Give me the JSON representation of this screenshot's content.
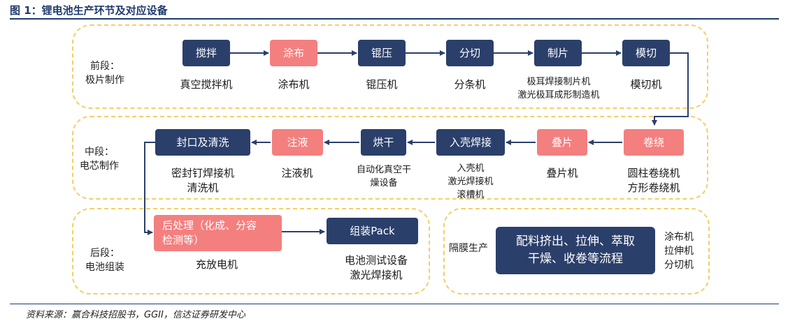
{
  "header": {
    "title": "图 1：锂电池生产环节及对应设备"
  },
  "footer": {
    "source": "资料来源：赢合科技招股书，GGII，信达证券研发中心"
  },
  "front_stage": {
    "label": "前段：\n极片制作",
    "steps": [
      {
        "name": "搅拌",
        "color": "navy",
        "equipment": "真空搅拌机"
      },
      {
        "name": "涂布",
        "color": "coral",
        "equipment": "涂布机"
      },
      {
        "name": "锟压",
        "color": "navy",
        "equipment": "锟压机"
      },
      {
        "name": "分切",
        "color": "navy",
        "equipment": "分条机"
      },
      {
        "name": "制片",
        "color": "navy",
        "equipment": "极耳焊接制片机\n激光极耳成形制造机"
      },
      {
        "name": "模切",
        "color": "navy",
        "equipment": "模切机"
      }
    ]
  },
  "middle_stage": {
    "label": "中段：\n电芯制作",
    "steps": [
      {
        "name": "卷绕",
        "color": "coral",
        "equipment": "圆柱卷绕机\n方形卷绕机"
      },
      {
        "name": "叠片",
        "color": "coral",
        "equipment": "叠片机"
      },
      {
        "name": "入壳焊接",
        "color": "navy",
        "equipment": "入壳机\n激光焊接机\n滚槽机"
      },
      {
        "name": "烘干",
        "color": "navy",
        "equipment": "自动化真空干\n燥设备"
      },
      {
        "name": "注液",
        "color": "coral",
        "equipment": "注液机"
      },
      {
        "name": "封口及清洗",
        "color": "navy",
        "equipment": "密封钉焊接机\n清洗机"
      }
    ]
  },
  "back_stage": {
    "label": "后段：\n电池组装",
    "steps": [
      {
        "name": "后处理（化成、分容\n检测等）",
        "color": "coral",
        "equipment": "充放电机"
      },
      {
        "name": "组装Pack",
        "color": "navy",
        "equipment": "电池测试设备\n激光焊接机"
      }
    ]
  },
  "separator": {
    "label": "隔膜生产",
    "process": "配料挤出、拉伸、萃取\n干燥、收卷等流程",
    "equipment": "涂布机\n拉伸机\n分切机"
  }
}
